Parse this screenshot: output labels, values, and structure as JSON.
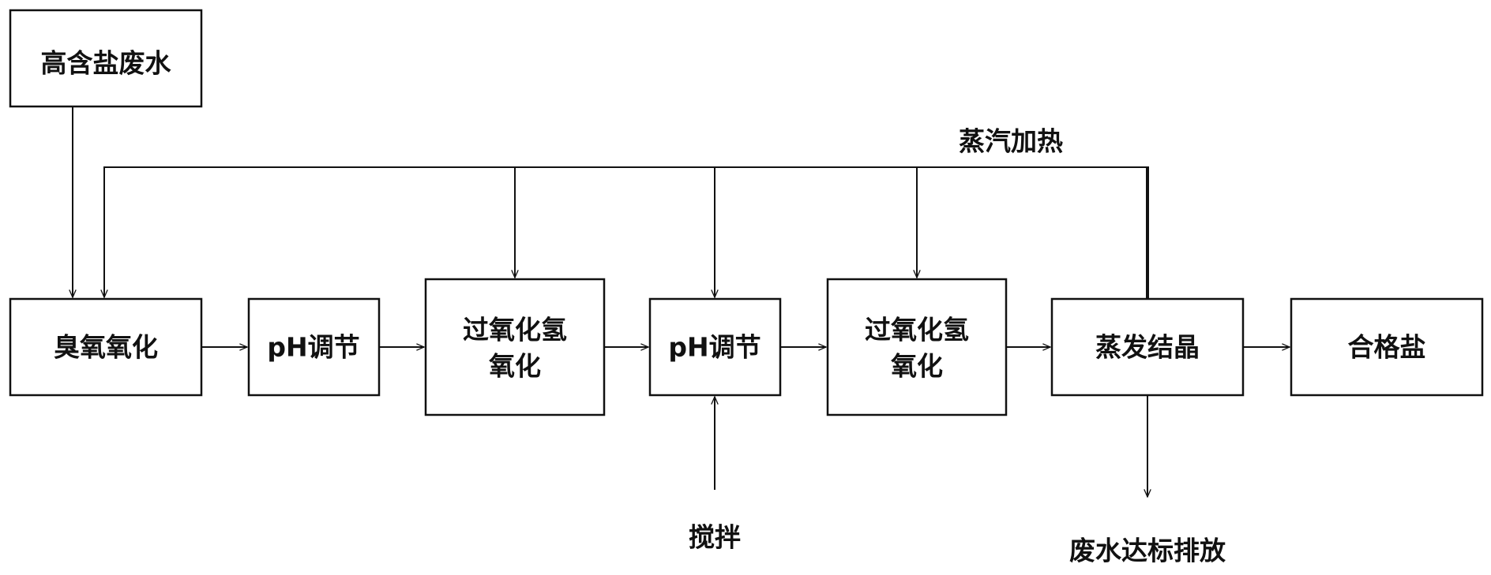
{
  "nodes": {
    "high_salt_wastewater": "高含盐废水",
    "ozone_oxidation": "臭氧氧化",
    "ph_adjust_1": "pH调节",
    "peroxide_oxidation_1": {
      "line1": "过氧化氢",
      "line2": "氧化"
    },
    "ph_adjust_2": "pH调节",
    "peroxide_oxidation_2": {
      "line1": "过氧化氢",
      "line2": "氧化"
    },
    "evaporative_crystallization": "蒸发结晶",
    "qualified_salt": "合格盐"
  },
  "labels": {
    "steam_heating": "蒸汽加热",
    "stirring": "搅拌",
    "wastewater_discharge": "废水达标排放"
  }
}
